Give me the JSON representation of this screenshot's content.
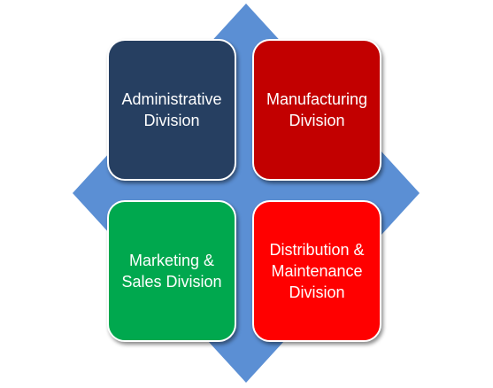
{
  "diagram": {
    "backdrop_color": "#5b8fd4",
    "tiles": [
      {
        "label": "Administrative\nDivision",
        "color": "#263f61"
      },
      {
        "label": "Manufacturing\nDivision",
        "color": "#c20000"
      },
      {
        "label": "Marketing &\nSales Division",
        "color": "#00a84e"
      },
      {
        "label": "Distribution &\nMaintenance\nDivision",
        "color": "#ff0000"
      }
    ]
  }
}
